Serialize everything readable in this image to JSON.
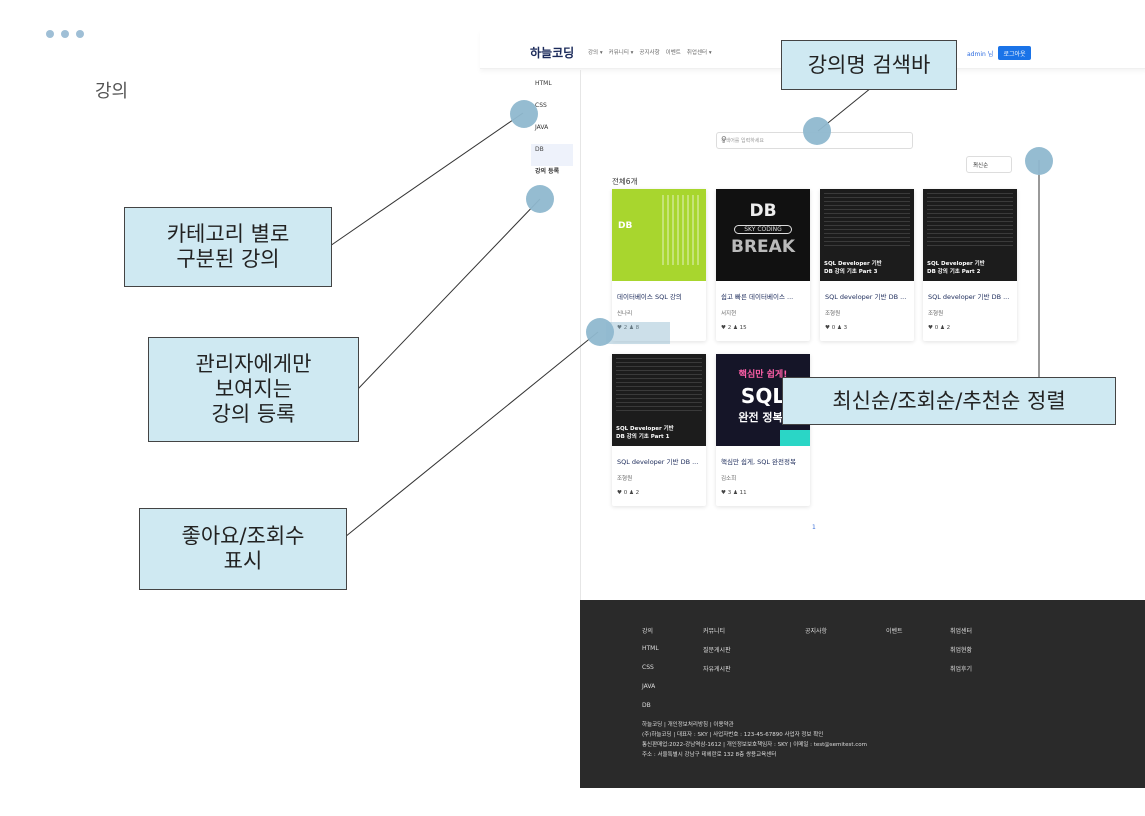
{
  "slide_title": "강의",
  "topbar": {
    "logo": "하늘코딩",
    "menu": [
      "강의 ▾",
      "커뮤니티 ▾",
      "공지사항",
      "이벤트",
      "취업센터 ▾"
    ],
    "user": "admin 님",
    "logout": "로그아웃"
  },
  "sidebar": {
    "items": [
      {
        "label": "HTML"
      },
      {
        "label": "CSS"
      },
      {
        "label": "JAVA"
      },
      {
        "label": "DB"
      },
      {
        "label": "강의 등록"
      }
    ]
  },
  "search": {
    "placeholder": "검색어를 입력하세요"
  },
  "sort": {
    "selected": "최신순"
  },
  "total": "전체6개",
  "cards": [
    {
      "title": "데이터베이스 SQL 강의",
      "author": "신나리",
      "likes": "2",
      "views": "8"
    },
    {
      "title": "쉽고 빠른 데이터베이스 ...",
      "author": "서지현",
      "likes": "2",
      "views": "15"
    },
    {
      "title": "SQL developer 기반 DB ...",
      "author": "조형원",
      "likes": "0",
      "views": "3"
    },
    {
      "title": "SQL developer 기반 DB ...",
      "author": "조형원",
      "likes": "0",
      "views": "2"
    },
    {
      "title": "SQL developer 기반 DB ...",
      "author": "조형원",
      "likes": "0",
      "views": "2"
    },
    {
      "title": "핵심만 쉽게, SQL 완전정복",
      "author": "김소희",
      "likes": "3",
      "views": "11"
    }
  ],
  "thumbs": {
    "db_green": "DB",
    "db_break_1": "DB",
    "db_break_2": "SKY CODING",
    "db_break_3": "BREAK",
    "sqldev_part3_1": "SQL Developer 기반",
    "sqldev_part3_2": "DB 강의 기초 Part 3",
    "sqldev_part2_1": "SQL Developer 기반",
    "sqldev_part2_2": "DB 강의 기초 Part 2",
    "sqldev_part1_1": "SQL Developer 기반",
    "sqldev_part1_2": "DB 강의 기초 Part 1",
    "sql_easy_1": "핵심만 쉽게!",
    "sql_easy_2": "SQL",
    "sql_easy_3": "완전 정복!"
  },
  "pager": {
    "current": "1"
  },
  "footer": {
    "cols": [
      [
        "강의",
        "HTML",
        "CSS",
        "JAVA",
        "DB"
      ],
      [
        "커뮤니티",
        "질문게시판",
        "자유게시판"
      ],
      [
        "공지사항"
      ],
      [
        "이벤트"
      ],
      [
        "취업센터",
        "취업현황",
        "취업후기"
      ]
    ],
    "info": [
      "하늘코딩 | 개인정보처리방침 | 이용약관",
      "(주)하늘코딩 | 대표자 : SKY | 사업자번호 : 123-45-67890 사업자 정보 확인",
      "통신판매업:2022-강남역삼-1612 | 개인정보보호책임자 : SKY | 이메일 : test@semitest.com",
      "주소 : 서울특별시 강남구 테헤란로 132 8층 쌍용교육센터"
    ]
  },
  "annotations": {
    "category": "카테고리 별로\n구분된 강의",
    "admin_only": "관리자에게만\n보여지는\n강의 등록",
    "likes_views": "좋아요/조회수\n표시",
    "search_bar": "강의명 검색바",
    "sorting": "최신순/조회순/추천순 정렬"
  },
  "colors": {
    "accent": "#1a73e8",
    "note_bg": "#cfe9f2",
    "marker": "#8fb8cf",
    "footer_bg": "#2a2a2a"
  }
}
